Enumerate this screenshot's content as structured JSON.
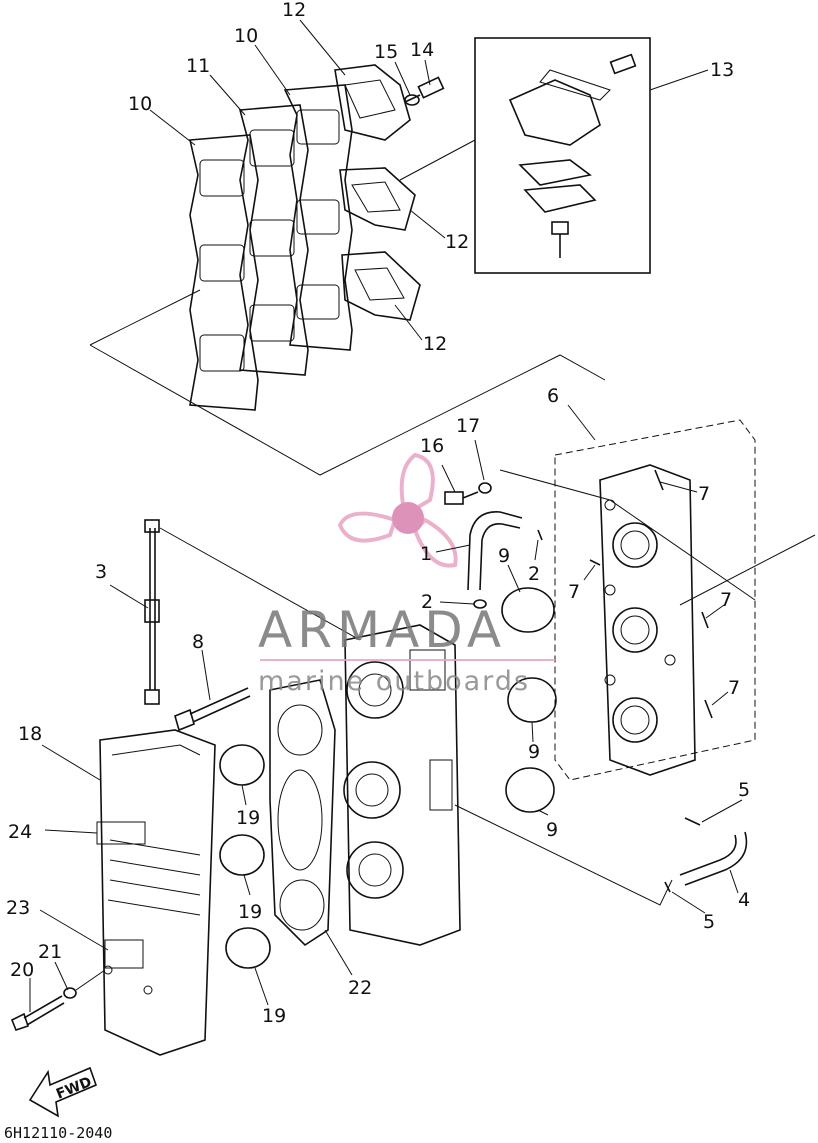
{
  "diagram": {
    "drawing_code": "6H12110-2040",
    "fwd_label": "FWD",
    "watermark": {
      "brand": "ARMADA",
      "tagline": "marine outboards",
      "logo_color": "#e8a4c4",
      "logo_accent": "#d87fae"
    },
    "callouts": [
      {
        "id": "c-12a",
        "text": "12"
      },
      {
        "id": "c-10a",
        "text": "10"
      },
      {
        "id": "c-11",
        "text": "11"
      },
      {
        "id": "c-10b",
        "text": "10"
      },
      {
        "id": "c-15",
        "text": "15"
      },
      {
        "id": "c-14",
        "text": "14"
      },
      {
        "id": "c-13",
        "text": "13"
      },
      {
        "id": "c-12b",
        "text": "12"
      },
      {
        "id": "c-12c",
        "text": "12"
      },
      {
        "id": "c-6",
        "text": "6"
      },
      {
        "id": "c-16",
        "text": "16"
      },
      {
        "id": "c-17",
        "text": "17"
      },
      {
        "id": "c-7a",
        "text": "7"
      },
      {
        "id": "c-1",
        "text": "1"
      },
      {
        "id": "c-2a",
        "text": "2"
      },
      {
        "id": "c-9a",
        "text": "9"
      },
      {
        "id": "c-7b",
        "text": "7"
      },
      {
        "id": "c-3",
        "text": "3"
      },
      {
        "id": "c-2b",
        "text": "2"
      },
      {
        "id": "c-7c",
        "text": "7"
      },
      {
        "id": "c-8",
        "text": "8"
      },
      {
        "id": "c-7d",
        "text": "7"
      },
      {
        "id": "c-18",
        "text": "18"
      },
      {
        "id": "c-9b",
        "text": "9"
      },
      {
        "id": "c-19a",
        "text": "19"
      },
      {
        "id": "c-5a",
        "text": "5"
      },
      {
        "id": "c-24",
        "text": "24"
      },
      {
        "id": "c-9c",
        "text": "9"
      },
      {
        "id": "c-4",
        "text": "4"
      },
      {
        "id": "c-19b",
        "text": "19"
      },
      {
        "id": "c-5b",
        "text": "5"
      },
      {
        "id": "c-23",
        "text": "23"
      },
      {
        "id": "c-21",
        "text": "21"
      },
      {
        "id": "c-22",
        "text": "22"
      },
      {
        "id": "c-20",
        "text": "20"
      },
      {
        "id": "c-19c",
        "text": "19"
      }
    ]
  }
}
